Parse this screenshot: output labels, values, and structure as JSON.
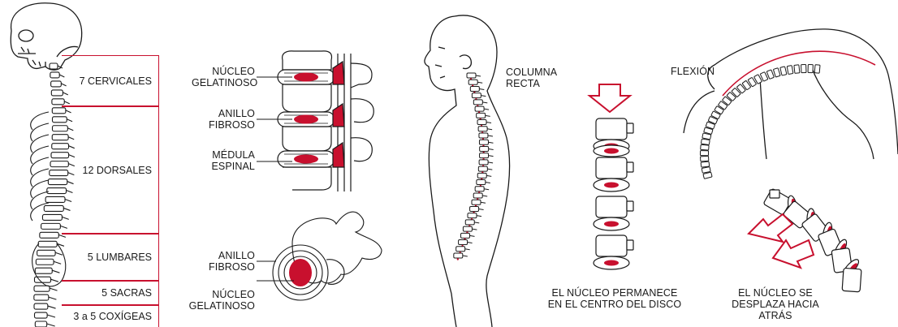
{
  "spine_regions": [
    {
      "label": "7 CERVICALES"
    },
    {
      "label": "12 DORSALES"
    },
    {
      "label": "5 LUMBARES"
    },
    {
      "label": "5 SACRAS"
    },
    {
      "label": "3 a 5 COXÍGEAS"
    }
  ],
  "disc_side_labels": {
    "nucleo": [
      "NÚCLEO",
      "GELATINOSO"
    ],
    "anillo": [
      "ANILLO",
      "FIBROSO"
    ],
    "medula": [
      "MÉDULA",
      "ESPINAL"
    ]
  },
  "disc_top_labels": {
    "anillo": [
      "ANILLO",
      "FIBROSO"
    ],
    "nucleo": [
      "NÚCLEO",
      "GELATINOSO"
    ]
  },
  "posture_labels": {
    "recta": [
      "COLUMNA",
      "RECTA"
    ],
    "flexion": "FLEXIÓN"
  },
  "captions": {
    "center": [
      "EL NÚCLEO PERMANECE",
      "EN EL CENTRO DEL DISCO"
    ],
    "back": [
      "EL NÚCLEO SE",
      "DESPLAZA HACIA ATRÁS"
    ]
  },
  "colors": {
    "accent": "#c8102e",
    "line": "#1a1a1a"
  }
}
